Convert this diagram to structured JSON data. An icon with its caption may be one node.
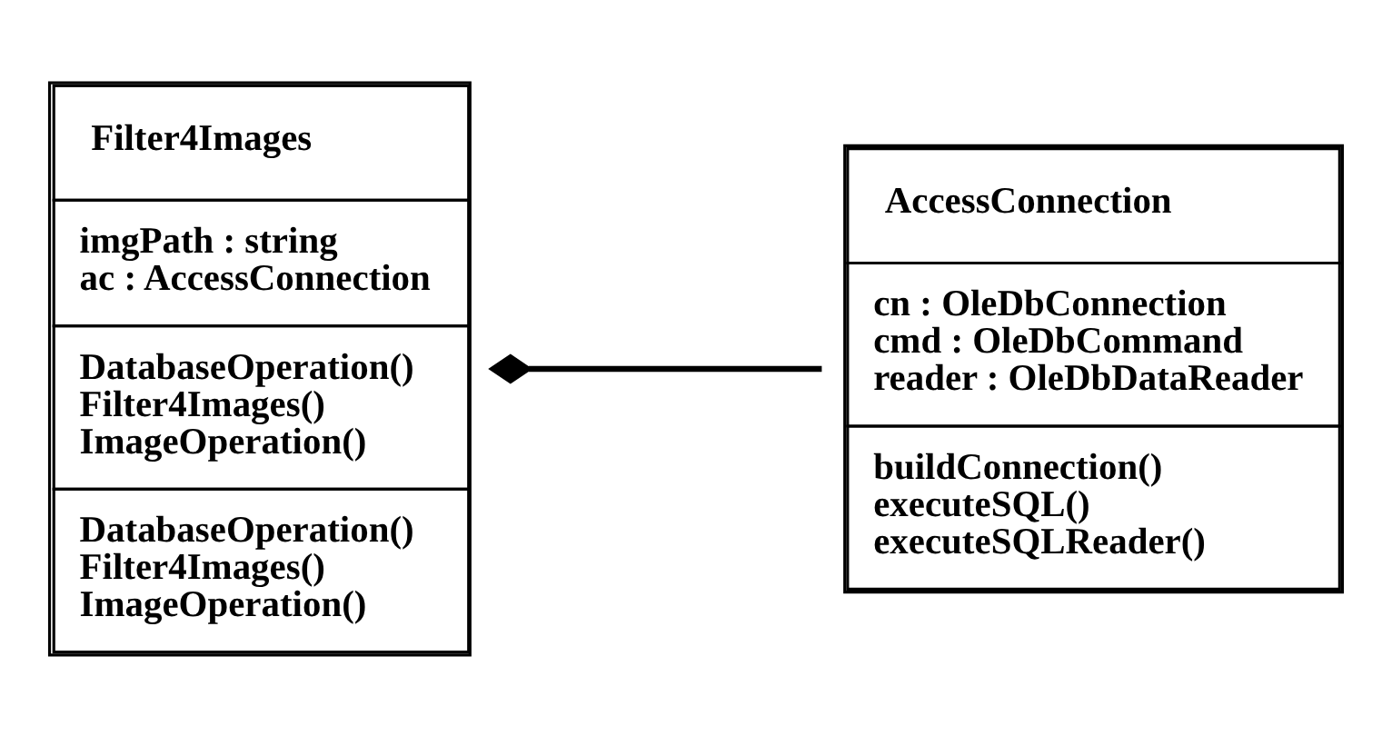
{
  "diagram": {
    "nodes": [
      {
        "text": [
          "Filter4Images",
          "imgPath : string ac : AccessConnection",
          "DatabaseOperation() Filter4Images() ImageOperation()",
          "DatabaseOperation() Filter4Images() ImageOperation()"
        ]
      },
      {
        "text": [
          "AccessConnection",
          "cn : OleDbConnection cmd : OleDbCommand reader : OleDbDataReader",
          "buildConnection() executeSQL() executeSQLReader()"
        ]
      }
    ],
    "edges": [
      {
        "from": 0,
        "to": 1,
        "arrow": "other"
      }
    ]
  }
}
